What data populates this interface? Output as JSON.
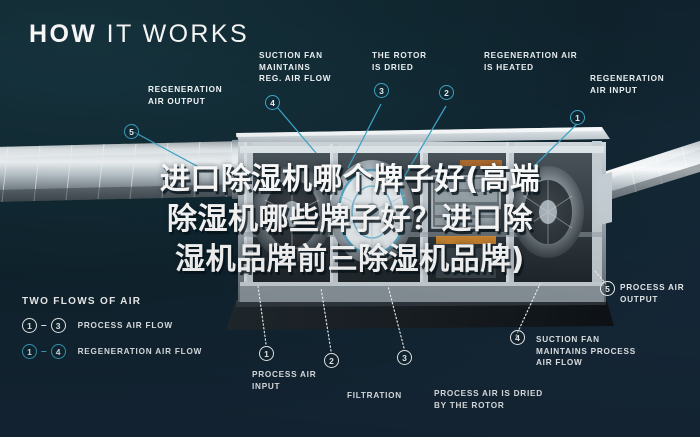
{
  "theme": {
    "background_dark": "#102a33",
    "background_blue": "#1b3144",
    "accent_blue": "#3da4c8",
    "text_white": "#ffffff"
  },
  "header": {
    "title_bold": "HOW",
    "title_light": "IT WORKS"
  },
  "callouts_top": [
    {
      "num": "5",
      "label": "REGENERATION\nAIR OUTPUT",
      "style": "blue"
    },
    {
      "num": "4",
      "label": "SUCTION FAN\nMAINTAINS\nREG. AIR FLOW",
      "style": "blue"
    },
    {
      "num": "3",
      "label": "THE ROTOR\nIS DRIED",
      "style": "blue"
    },
    {
      "num": "2",
      "label": "REGENERATION AIR\nIS HEATED",
      "style": "blue"
    },
    {
      "num": "1",
      "label": "REGENERATION\nAIR INPUT",
      "style": "blue"
    }
  ],
  "callouts_bottom": [
    {
      "num": "1",
      "label": "PROCESS AIR\nINPUT",
      "style": "white"
    },
    {
      "num": "2",
      "label": "FILTRATION",
      "style": "white"
    },
    {
      "num": "3",
      "label": "PROCESS AIR IS DRIED\nBY THE ROTOR",
      "style": "white"
    },
    {
      "num": "4",
      "label": "SUCTION FAN\nMAINTAINS PROCESS\nAIR FLOW",
      "style": "white"
    }
  ],
  "callout_right": {
    "num": "5",
    "label": "PROCESS AIR\nOUTPUT",
    "style": "white"
  },
  "legend": {
    "title": "TWO FLOWS OF AIR",
    "rows": [
      {
        "from": "1",
        "dash": "–",
        "to": "3",
        "label": "PROCESS AIR FLOW",
        "style": "white"
      },
      {
        "from": "1",
        "dash": "–",
        "to": "4",
        "label": "REGENERATION AIR FLOW",
        "style": "blue"
      }
    ]
  },
  "overlay": {
    "line1": "进口除湿机哪个牌子好(高端",
    "line2": "除湿机哪些牌子好？进口除",
    "line3": "湿机品牌前三除湿机品牌)"
  }
}
